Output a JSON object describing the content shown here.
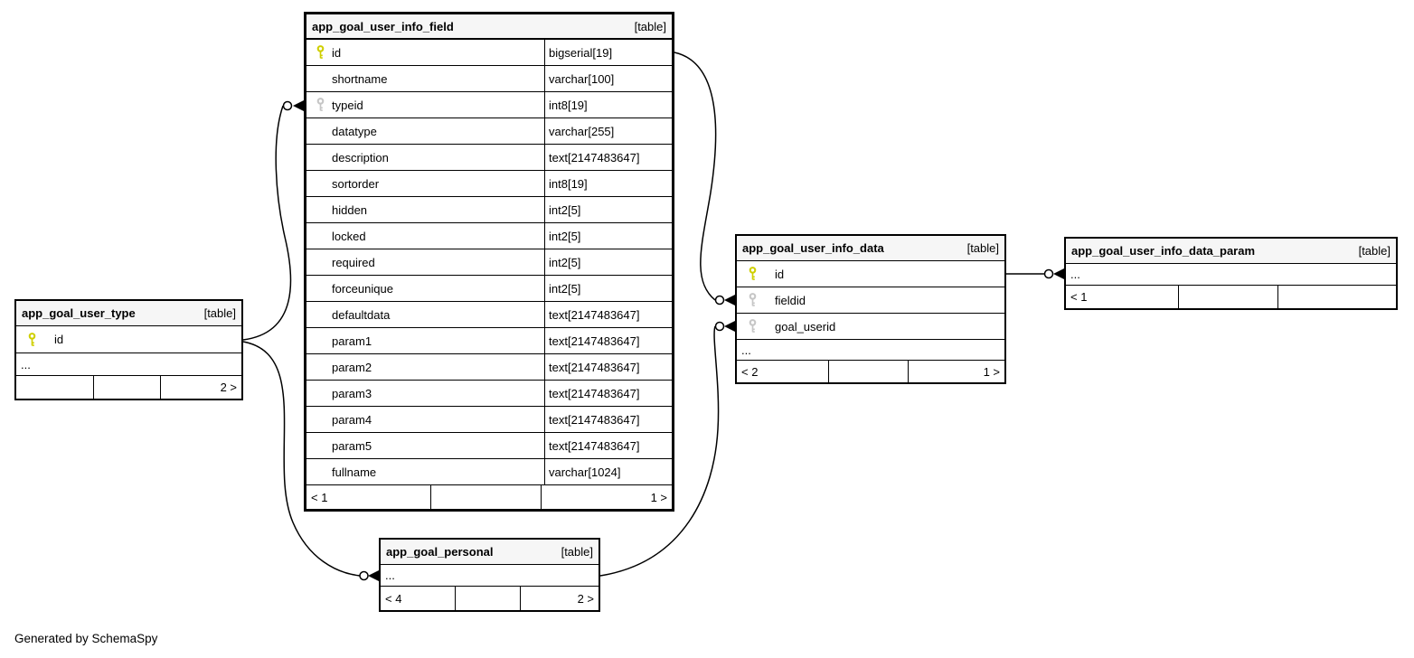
{
  "page": {
    "generated_by": "Generated by SchemaSpy"
  },
  "colors": {
    "primary_key_icon": "#cfcf00",
    "foreign_key_icon": "#c6c6c6",
    "table_header_bg": "#f6f6f6",
    "border": "#000000"
  },
  "tables": [
    {
      "name": "app_goal_user_info_field",
      "badge": "[table]",
      "show_types": true,
      "ellipsis": null,
      "columns": [
        {
          "name": "id",
          "type": "bigserial[19]",
          "key": "primary"
        },
        {
          "name": "shortname",
          "type": "varchar[100]",
          "key": ""
        },
        {
          "name": "typeid",
          "type": "int8[19]",
          "key": "foreign"
        },
        {
          "name": "datatype",
          "type": "varchar[255]",
          "key": ""
        },
        {
          "name": "description",
          "type": "text[2147483647]",
          "key": ""
        },
        {
          "name": "sortorder",
          "type": "int8[19]",
          "key": ""
        },
        {
          "name": "hidden",
          "type": "int2[5]",
          "key": ""
        },
        {
          "name": "locked",
          "type": "int2[5]",
          "key": ""
        },
        {
          "name": "required",
          "type": "int2[5]",
          "key": ""
        },
        {
          "name": "forceunique",
          "type": "int2[5]",
          "key": ""
        },
        {
          "name": "defaultdata",
          "type": "text[2147483647]",
          "key": ""
        },
        {
          "name": "param1",
          "type": "text[2147483647]",
          "key": ""
        },
        {
          "name": "param2",
          "type": "text[2147483647]",
          "key": ""
        },
        {
          "name": "param3",
          "type": "text[2147483647]",
          "key": ""
        },
        {
          "name": "param4",
          "type": "text[2147483647]",
          "key": ""
        },
        {
          "name": "param5",
          "type": "text[2147483647]",
          "key": ""
        },
        {
          "name": "fullname",
          "type": "varchar[1024]",
          "key": ""
        }
      ],
      "footer": {
        "left": "< 1",
        "middle": "",
        "right": "1 >"
      }
    },
    {
      "name": "app_goal_user_type",
      "badge": "[table]",
      "show_types": false,
      "ellipsis": "...",
      "columns": [
        {
          "name": "id",
          "type": "",
          "key": "primary"
        }
      ],
      "footer": {
        "left": "",
        "middle": "",
        "right": "2 >"
      }
    },
    {
      "name": "app_goal_user_info_data",
      "badge": "[table]",
      "show_types": false,
      "ellipsis": "...",
      "columns": [
        {
          "name": "id",
          "type": "",
          "key": "primary"
        },
        {
          "name": "fieldid",
          "type": "",
          "key": "foreign"
        },
        {
          "name": "goal_userid",
          "type": "",
          "key": "foreign"
        }
      ],
      "footer": {
        "left": "< 2",
        "middle": "",
        "right": "1 >"
      }
    },
    {
      "name": "app_goal_user_info_data_param",
      "badge": "[table]",
      "show_types": false,
      "ellipsis": "...",
      "columns": [],
      "footer": {
        "left": "< 1",
        "middle": "",
        "right": ""
      }
    },
    {
      "name": "app_goal_personal",
      "badge": "[table]",
      "show_types": false,
      "ellipsis": "...",
      "columns": [],
      "footer": {
        "left": "< 4",
        "middle": "",
        "right": "2 >"
      }
    }
  ],
  "relationships": [
    {
      "from_table": "app_goal_user_type",
      "from_column": "id",
      "to_table": "app_goal_user_info_field",
      "to_column": "typeid"
    },
    {
      "from_table": "app_goal_user_type",
      "from_column": "id",
      "to_table": "app_goal_personal",
      "to_column": "..."
    },
    {
      "from_table": "app_goal_user_info_field",
      "from_column": "id",
      "to_table": "app_goal_user_info_data",
      "to_column": "fieldid"
    },
    {
      "from_table": "app_goal_personal",
      "from_column": "...",
      "to_table": "app_goal_user_info_data",
      "to_column": "goal_userid"
    },
    {
      "from_table": "app_goal_user_info_data",
      "from_column": "id",
      "to_table": "app_goal_user_info_data_param",
      "to_column": "..."
    }
  ]
}
